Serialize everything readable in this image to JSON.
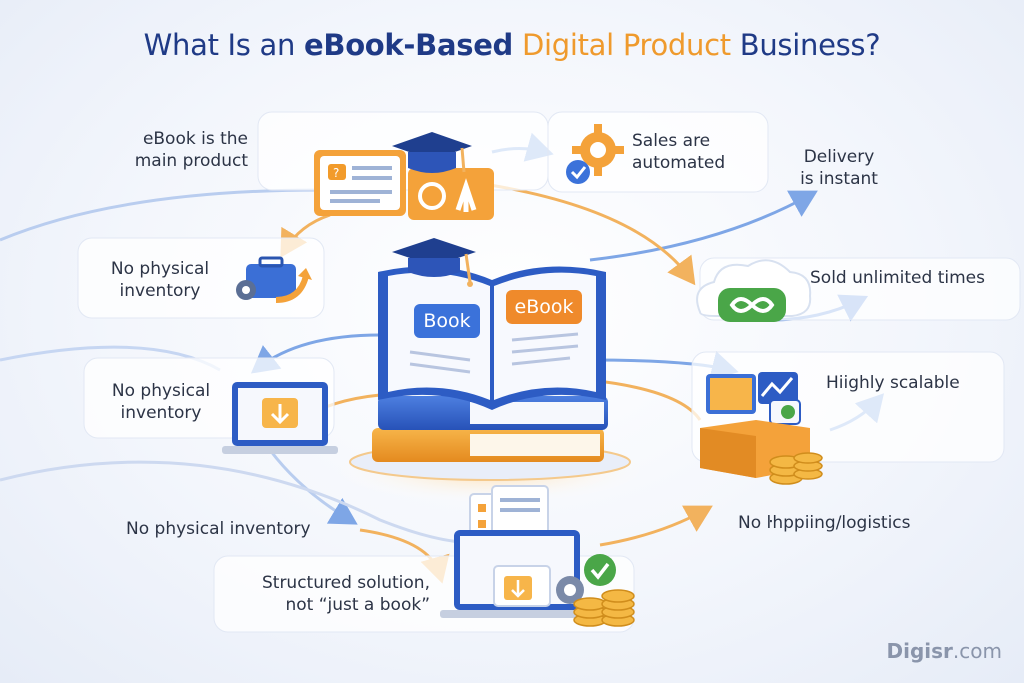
{
  "title": {
    "part1": "What Is an ",
    "part2": "eBook-Based",
    "part3": " Digital Product",
    "part4": " Business?"
  },
  "center": {
    "book_label": "Book",
    "ebook_label": "eBook"
  },
  "labels": {
    "main_product": "eBook is the\nmain product",
    "sales_automated": "Sales are\nautomated",
    "delivery_instant": "Delivery\nis instant",
    "no_inventory_1": "No physical\ninventory",
    "sold_unlimited": "Sold unlimited times",
    "no_inventory_2": "No physical\ninventory",
    "highly_scalable": "Hiighly scalable",
    "no_inventory_3_a": "No physical ",
    "no_inventory_3_b": "inventory",
    "no_shipping": "No ŀhppiing/logistics",
    "structured_a": "Structured ",
    "structured_b": "solution,",
    "structured_c": "not “just a book”"
  },
  "footer": {
    "brand": "Digisr",
    "suffix": ".com"
  },
  "colors": {
    "title_blue": "#1f3a86",
    "accent_orange": "#ef9a2d",
    "arrow_blue": "#7ea6e6",
    "arrow_orange": "#f2b25e"
  }
}
